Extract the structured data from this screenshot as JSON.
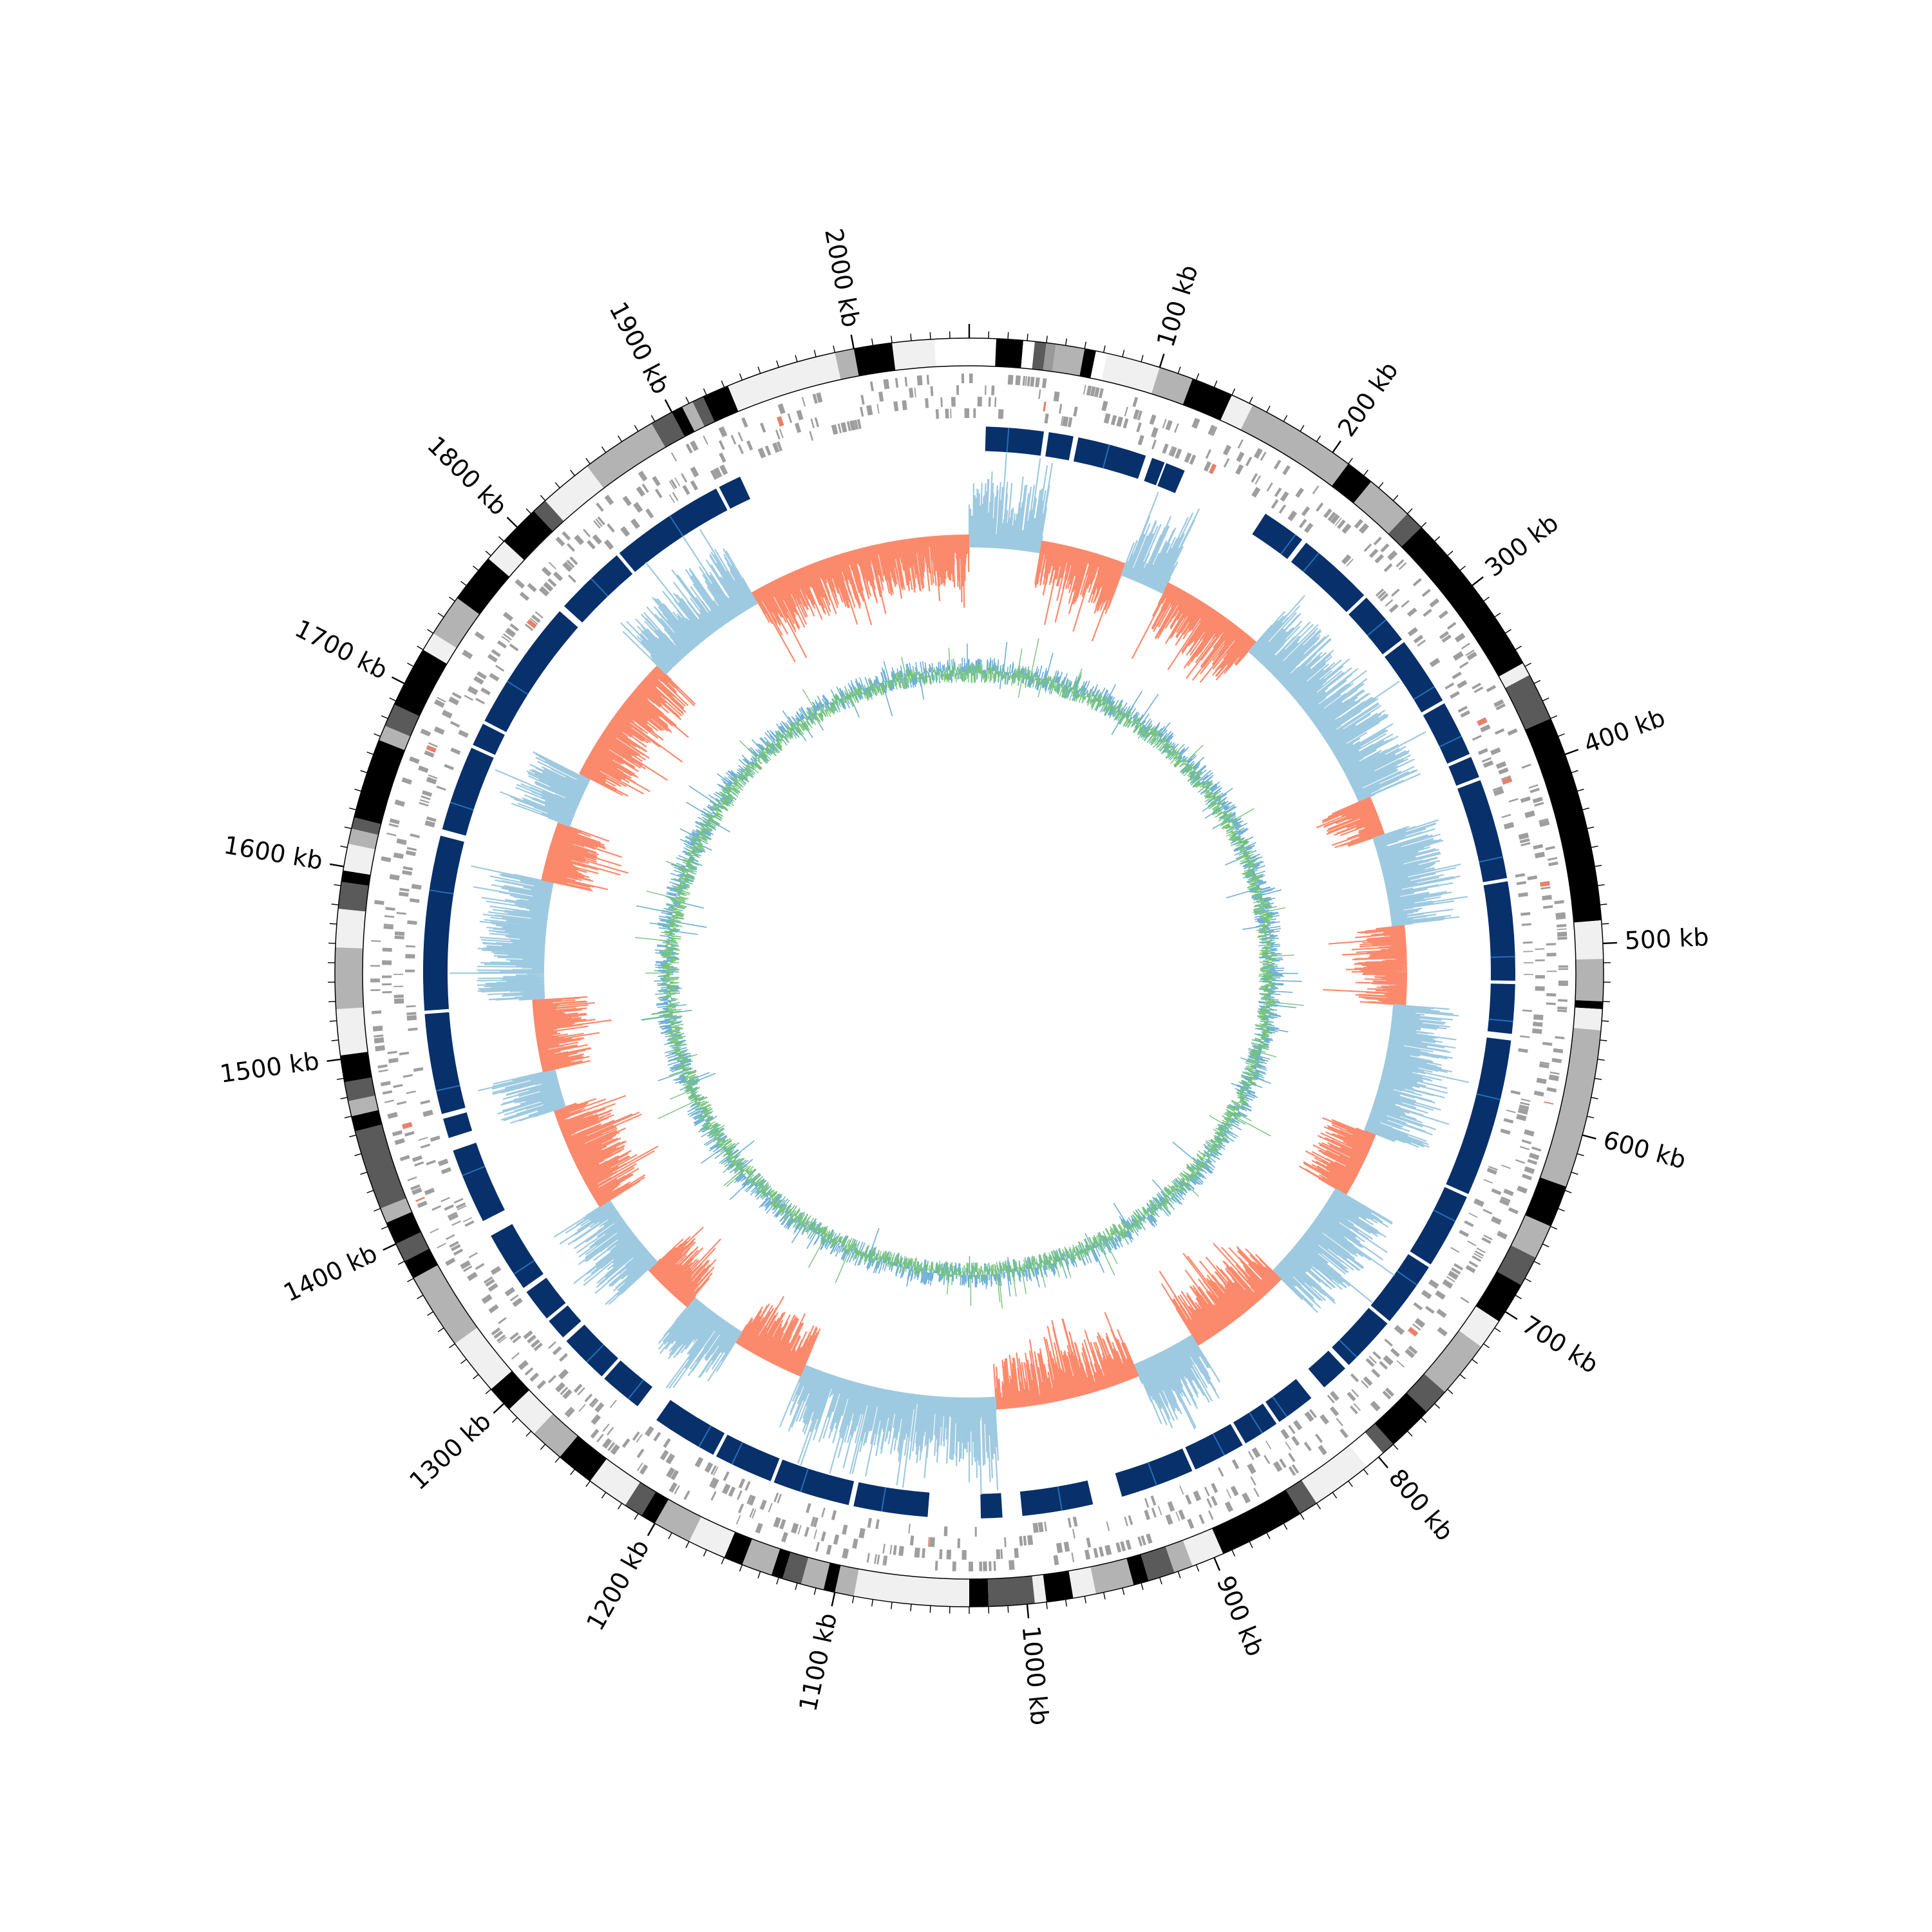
{
  "chart_data": {
    "type": "circos",
    "title": "",
    "genome_length_kb": 2060,
    "tick_labels": [
      {
        "kb": 100,
        "label": "100 kb"
      },
      {
        "kb": 200,
        "label": "200 kb"
      },
      {
        "kb": 300,
        "label": "300 kb"
      },
      {
        "kb": 400,
        "label": "400 kb"
      },
      {
        "kb": 500,
        "label": "500 kb"
      },
      {
        "kb": 600,
        "label": "600 kb"
      },
      {
        "kb": 700,
        "label": "700 kb"
      },
      {
        "kb": 800,
        "label": "800 kb"
      },
      {
        "kb": 900,
        "label": "900 kb"
      },
      {
        "kb": 1000,
        "label": "1000 kb"
      },
      {
        "kb": 1100,
        "label": "1100 kb"
      },
      {
        "kb": 1200,
        "label": "1200 kb"
      },
      {
        "kb": 1300,
        "label": "1300 kb"
      },
      {
        "kb": 1400,
        "label": "1400 kb"
      },
      {
        "kb": 1500,
        "label": "1500 kb"
      },
      {
        "kb": 1600,
        "label": "1600 kb"
      },
      {
        "kb": 1700,
        "label": "1700 kb"
      },
      {
        "kb": 1800,
        "label": "1800 kb"
      },
      {
        "kb": 1900,
        "label": "1900 kb"
      },
      {
        "kb": 2000,
        "label": "2000 kb"
      }
    ],
    "minor_tick_kb": 10,
    "band_track": [
      {
        "start": 0,
        "end": 14,
        "shade": "#ffffff"
      },
      {
        "start": 14,
        "end": 28,
        "shade": "#000000"
      },
      {
        "start": 28,
        "end": 34,
        "shade": "#ffffff"
      },
      {
        "start": 34,
        "end": 40,
        "shade": "#5a5a5a"
      },
      {
        "start": 40,
        "end": 45,
        "shade": "#999999"
      },
      {
        "start": 45,
        "end": 60,
        "shade": "#b3b3b3"
      },
      {
        "start": 60,
        "end": 66,
        "shade": "#000000"
      },
      {
        "start": 66,
        "end": 72,
        "shade": "#ffffff"
      },
      {
        "start": 72,
        "end": 100,
        "shade": "#f0f0f0"
      },
      {
        "start": 100,
        "end": 118,
        "shade": "#b3b3b3"
      },
      {
        "start": 118,
        "end": 140,
        "shade": "#000000"
      },
      {
        "start": 140,
        "end": 152,
        "shade": "#f0f0f0"
      },
      {
        "start": 152,
        "end": 210,
        "shade": "#b3b3b3"
      },
      {
        "start": 210,
        "end": 225,
        "shade": "#000000"
      },
      {
        "start": 225,
        "end": 250,
        "shade": "#b3b3b3"
      },
      {
        "start": 250,
        "end": 260,
        "shade": "#5a5a5a"
      },
      {
        "start": 260,
        "end": 348,
        "shade": "#000000"
      },
      {
        "start": 348,
        "end": 355,
        "shade": "#f0f0f0"
      },
      {
        "start": 355,
        "end": 380,
        "shade": "#5a5a5a"
      },
      {
        "start": 380,
        "end": 488,
        "shade": "#000000"
      },
      {
        "start": 488,
        "end": 508,
        "shade": "#f0f0f0"
      },
      {
        "start": 508,
        "end": 530,
        "shade": "#b3b3b3"
      },
      {
        "start": 530,
        "end": 534,
        "shade": "#000000"
      },
      {
        "start": 534,
        "end": 545,
        "shade": "#f0f0f0"
      },
      {
        "start": 545,
        "end": 628,
        "shade": "#b3b3b3"
      },
      {
        "start": 628,
        "end": 650,
        "shade": "#000000"
      },
      {
        "start": 650,
        "end": 668,
        "shade": "#b3b3b3"
      },
      {
        "start": 668,
        "end": 684,
        "shade": "#5a5a5a"
      },
      {
        "start": 684,
        "end": 706,
        "shade": "#000000"
      },
      {
        "start": 706,
        "end": 722,
        "shade": "#f0f0f0"
      },
      {
        "start": 722,
        "end": 752,
        "shade": "#b3b3b3"
      },
      {
        "start": 752,
        "end": 766,
        "shade": "#5a5a5a"
      },
      {
        "start": 766,
        "end": 790,
        "shade": "#000000"
      },
      {
        "start": 790,
        "end": 797,
        "shade": "#5a5a5a"
      },
      {
        "start": 797,
        "end": 808,
        "shade": "#ffffff"
      },
      {
        "start": 808,
        "end": 840,
        "shade": "#f0f0f0"
      },
      {
        "start": 840,
        "end": 850,
        "shade": "#5a5a5a"
      },
      {
        "start": 850,
        "end": 895,
        "shade": "#000000"
      },
      {
        "start": 895,
        "end": 912,
        "shade": "#f0f0f0"
      },
      {
        "start": 912,
        "end": 922,
        "shade": "#b3b3b3"
      },
      {
        "start": 922,
        "end": 936,
        "shade": "#5a5a5a"
      },
      {
        "start": 936,
        "end": 944,
        "shade": "#000000"
      },
      {
        "start": 944,
        "end": 964,
        "shade": "#b3b3b3"
      },
      {
        "start": 964,
        "end": 976,
        "shade": "#f0f0f0"
      },
      {
        "start": 976,
        "end": 990,
        "shade": "#000000"
      },
      {
        "start": 990,
        "end": 996,
        "shade": "#f0f0f0"
      },
      {
        "start": 996,
        "end": 1020,
        "shade": "#5a5a5a"
      },
      {
        "start": 1020,
        "end": 1030,
        "shade": "#000000"
      },
      {
        "start": 1030,
        "end": 1090,
        "shade": "#f0f0f0"
      },
      {
        "start": 1090,
        "end": 1100,
        "shade": "#b3b3b3"
      },
      {
        "start": 1100,
        "end": 1106,
        "shade": "#000000"
      },
      {
        "start": 1106,
        "end": 1118,
        "shade": "#b3b3b3"
      },
      {
        "start": 1118,
        "end": 1128,
        "shade": "#5a5a5a"
      },
      {
        "start": 1128,
        "end": 1134,
        "shade": "#000000"
      },
      {
        "start": 1134,
        "end": 1150,
        "shade": "#b3b3b3"
      },
      {
        "start": 1150,
        "end": 1160,
        "shade": "#000000"
      },
      {
        "start": 1160,
        "end": 1180,
        "shade": "#f0f0f0"
      },
      {
        "start": 1180,
        "end": 1200,
        "shade": "#b3b3b3"
      },
      {
        "start": 1200,
        "end": 1208,
        "shade": "#000000"
      },
      {
        "start": 1208,
        "end": 1218,
        "shade": "#5a5a5a"
      },
      {
        "start": 1218,
        "end": 1240,
        "shade": "#f0f0f0"
      },
      {
        "start": 1240,
        "end": 1260,
        "shade": "#000000"
      },
      {
        "start": 1260,
        "end": 1278,
        "shade": "#b3b3b3"
      },
      {
        "start": 1278,
        "end": 1296,
        "shade": "#f0f0f0"
      },
      {
        "start": 1296,
        "end": 1310,
        "shade": "#000000"
      },
      {
        "start": 1310,
        "end": 1340,
        "shade": "#f0f0f0"
      },
      {
        "start": 1340,
        "end": 1380,
        "shade": "#b3b3b3"
      },
      {
        "start": 1380,
        "end": 1390,
        "shade": "#000000"
      },
      {
        "start": 1390,
        "end": 1400,
        "shade": "#5a5a5a"
      },
      {
        "start": 1400,
        "end": 1412,
        "shade": "#000000"
      },
      {
        "start": 1412,
        "end": 1420,
        "shade": "#b3b3b3"
      },
      {
        "start": 1420,
        "end": 1462,
        "shade": "#5a5a5a"
      },
      {
        "start": 1462,
        "end": 1470,
        "shade": "#000000"
      },
      {
        "start": 1470,
        "end": 1478,
        "shade": "#b3b3b3"
      },
      {
        "start": 1478,
        "end": 1488,
        "shade": "#5a5a5a"
      },
      {
        "start": 1488,
        "end": 1502,
        "shade": "#000000"
      },
      {
        "start": 1502,
        "end": 1526,
        "shade": "#f0f0f0"
      },
      {
        "start": 1526,
        "end": 1558,
        "shade": "#b3b3b3"
      },
      {
        "start": 1558,
        "end": 1578,
        "shade": "#f0f0f0"
      },
      {
        "start": 1578,
        "end": 1592,
        "shade": "#5a5a5a"
      },
      {
        "start": 1592,
        "end": 1598,
        "shade": "#000000"
      },
      {
        "start": 1598,
        "end": 1612,
        "shade": "#f0f0f0"
      },
      {
        "start": 1612,
        "end": 1620,
        "shade": "#b3b3b3"
      },
      {
        "start": 1620,
        "end": 1626,
        "shade": "#5a5a5a"
      },
      {
        "start": 1626,
        "end": 1668,
        "shade": "#000000"
      },
      {
        "start": 1668,
        "end": 1676,
        "shade": "#b3b3b3"
      },
      {
        "start": 1676,
        "end": 1688,
        "shade": "#5a5a5a"
      },
      {
        "start": 1688,
        "end": 1720,
        "shade": "#000000"
      },
      {
        "start": 1720,
        "end": 1730,
        "shade": "#f0f0f0"
      },
      {
        "start": 1730,
        "end": 1752,
        "shade": "#b3b3b3"
      },
      {
        "start": 1752,
        "end": 1778,
        "shade": "#000000"
      },
      {
        "start": 1778,
        "end": 1790,
        "shade": "#f0f0f0"
      },
      {
        "start": 1790,
        "end": 1812,
        "shade": "#000000"
      },
      {
        "start": 1812,
        "end": 1820,
        "shade": "#5a5a5a"
      },
      {
        "start": 1820,
        "end": 1848,
        "shade": "#f0f0f0"
      },
      {
        "start": 1848,
        "end": 1888,
        "shade": "#b3b3b3"
      },
      {
        "start": 1888,
        "end": 1900,
        "shade": "#5a5a5a"
      },
      {
        "start": 1900,
        "end": 1906,
        "shade": "#000000"
      },
      {
        "start": 1906,
        "end": 1912,
        "shade": "#b3b3b3"
      },
      {
        "start": 1912,
        "end": 1918,
        "shade": "#5a5a5a"
      },
      {
        "start": 1918,
        "end": 1932,
        "shade": "#000000"
      },
      {
        "start": 1932,
        "end": 1990,
        "shade": "#f0f0f0"
      },
      {
        "start": 1990,
        "end": 2000,
        "shade": "#b3b3b3"
      },
      {
        "start": 2000,
        "end": 2020,
        "shade": "#000000"
      },
      {
        "start": 2020,
        "end": 2042,
        "shade": "#f0f0f0"
      },
      {
        "start": 2042,
        "end": 2060,
        "shade": "#ffffff"
      }
    ],
    "blue_blocks": [
      {
        "start": 10,
        "end": 45
      },
      {
        "start": 48,
        "end": 63
      },
      {
        "start": 66,
        "end": 108
      },
      {
        "start": 112,
        "end": 120
      },
      {
        "start": 121,
        "end": 133
      },
      {
        "start": 188,
        "end": 215
      },
      {
        "start": 218,
        "end": 265
      },
      {
        "start": 267,
        "end": 300
      },
      {
        "start": 302,
        "end": 344
      },
      {
        "start": 346,
        "end": 380
      },
      {
        "start": 382,
        "end": 395
      },
      {
        "start": 397,
        "end": 458
      },
      {
        "start": 460,
        "end": 520
      },
      {
        "start": 522,
        "end": 552
      },
      {
        "start": 556,
        "end": 652
      },
      {
        "start": 654,
        "end": 700
      },
      {
        "start": 702,
        "end": 742
      },
      {
        "start": 744,
        "end": 778
      },
      {
        "start": 781,
        "end": 798
      },
      {
        "start": 808,
        "end": 832
      },
      {
        "start": 834,
        "end": 856
      },
      {
        "start": 858,
        "end": 890
      },
      {
        "start": 892,
        "end": 937
      },
      {
        "start": 955,
        "end": 998
      },
      {
        "start": 1010,
        "end": 1023
      },
      {
        "start": 1055,
        "end": 1100
      },
      {
        "start": 1103,
        "end": 1150
      },
      {
        "start": 1152,
        "end": 1188
      },
      {
        "start": 1190,
        "end": 1230
      },
      {
        "start": 1244,
        "end": 1270
      },
      {
        "start": 1272,
        "end": 1302
      },
      {
        "start": 1305,
        "end": 1318
      },
      {
        "start": 1320,
        "end": 1340
      },
      {
        "start": 1343,
        "end": 1380
      },
      {
        "start": 1390,
        "end": 1436
      },
      {
        "start": 1444,
        "end": 1456
      },
      {
        "start": 1459,
        "end": 1520
      },
      {
        "start": 1522,
        "end": 1628
      },
      {
        "start": 1632,
        "end": 1684
      },
      {
        "start": 1686,
        "end": 1700
      },
      {
        "start": 1702,
        "end": 1782
      },
      {
        "start": 1786,
        "end": 1830
      },
      {
        "start": 1832,
        "end": 1902
      },
      {
        "start": 1904,
        "end": 1918
      }
    ],
    "skew_regions": [
      {
        "start": 0,
        "end": 55,
        "sign": "positive"
      },
      {
        "start": 55,
        "end": 120,
        "sign": "negative"
      },
      {
        "start": 120,
        "end": 155,
        "sign": "positive"
      },
      {
        "start": 155,
        "end": 235,
        "sign": "negative"
      },
      {
        "start": 235,
        "end": 380,
        "sign": "positive"
      },
      {
        "start": 380,
        "end": 410,
        "sign": "negative"
      },
      {
        "start": 410,
        "end": 480,
        "sign": "positive"
      },
      {
        "start": 480,
        "end": 540,
        "sign": "negative"
      },
      {
        "start": 540,
        "end": 640,
        "sign": "positive"
      },
      {
        "start": 640,
        "end": 690,
        "sign": "negative"
      },
      {
        "start": 690,
        "end": 770,
        "sign": "positive"
      },
      {
        "start": 770,
        "end": 850,
        "sign": "negative"
      },
      {
        "start": 850,
        "end": 900,
        "sign": "positive"
      },
      {
        "start": 900,
        "end": 1010,
        "sign": "negative"
      },
      {
        "start": 1010,
        "end": 1160,
        "sign": "positive"
      },
      {
        "start": 1160,
        "end": 1215,
        "sign": "negative"
      },
      {
        "start": 1215,
        "end": 1260,
        "sign": "positive"
      },
      {
        "start": 1260,
        "end": 1300,
        "sign": "negative"
      },
      {
        "start": 1300,
        "end": 1360,
        "sign": "positive"
      },
      {
        "start": 1360,
        "end": 1440,
        "sign": "negative"
      },
      {
        "start": 1440,
        "end": 1470,
        "sign": "positive"
      },
      {
        "start": 1470,
        "end": 1525,
        "sign": "negative"
      },
      {
        "start": 1525,
        "end": 1615,
        "sign": "positive"
      },
      {
        "start": 1615,
        "end": 1660,
        "sign": "negative"
      },
      {
        "start": 1660,
        "end": 1700,
        "sign": "positive"
      },
      {
        "start": 1700,
        "end": 1800,
        "sign": "negative"
      },
      {
        "start": 1800,
        "end": 1890,
        "sign": "positive"
      },
      {
        "start": 1890,
        "end": 2060,
        "sign": "negative"
      }
    ],
    "colors": {
      "feature_ticks": "#9e9e9e",
      "feature_highlight": "#e8806a",
      "blue_blocks": "#08306b",
      "blue_blocks_accent": "#2171b5",
      "skew_positive": "#9ecae1",
      "skew_negative": "#fb8a6c",
      "gc_content": "#6baed6",
      "gc_skew_inner": "#74c476",
      "ring_outline": "#000000"
    },
    "grid": false,
    "legend": "none"
  }
}
